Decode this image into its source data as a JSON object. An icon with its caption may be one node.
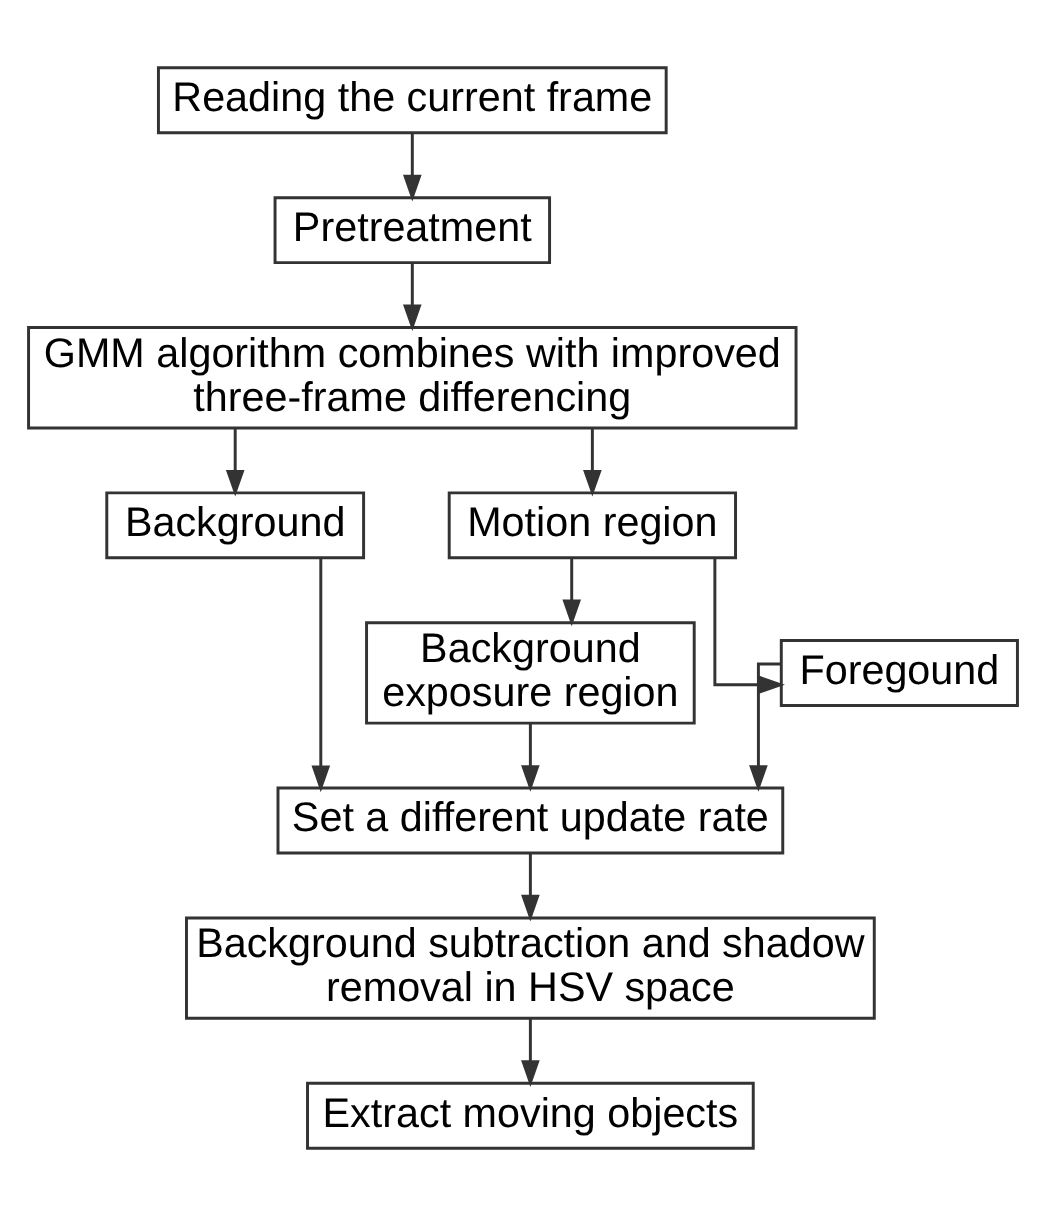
{
  "diagram": {
    "nodes": [
      {
        "text": [
          "Reading the current frame"
        ]
      },
      {
        "text": [
          "Pretreatment"
        ]
      },
      {
        "text": [
          "GMM algorithm combines with improved three-frame differencing"
        ]
      },
      {
        "text": [
          "Background"
        ]
      },
      {
        "text": [
          "Motion region"
        ]
      },
      {
        "text": [
          "Background exposure region"
        ]
      },
      {
        "text": [
          "Foregound"
        ]
      },
      {
        "text": [
          "Set a different update rate"
        ]
      },
      {
        "text": [
          "Background subtraction and shadow removal in HSV space"
        ]
      },
      {
        "text": [
          "Extract moving objects"
        ]
      }
    ],
    "edges": [
      {
        "from": 0,
        "to": 1,
        "arrow": "to"
      },
      {
        "from": 1,
        "to": 2,
        "arrow": "to"
      },
      {
        "from": 2,
        "to": 3,
        "arrow": "to"
      },
      {
        "from": 2,
        "to": 4,
        "arrow": "to"
      },
      {
        "from": 4,
        "to": 5,
        "arrow": "to"
      },
      {
        "from": 4,
        "to": 6,
        "arrow": "to"
      },
      {
        "from": 3,
        "to": 7,
        "arrow": "to"
      },
      {
        "from": 5,
        "to": 7,
        "arrow": "to"
      },
      {
        "from": 6,
        "to": 7,
        "arrow": "to"
      },
      {
        "from": 7,
        "to": 8,
        "arrow": "to"
      },
      {
        "from": 8,
        "to": 9,
        "arrow": "to"
      }
    ]
  }
}
